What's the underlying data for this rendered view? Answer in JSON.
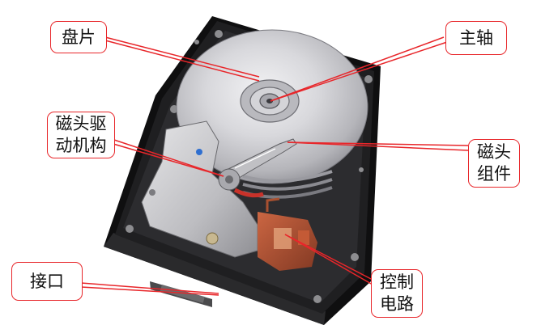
{
  "labels": {
    "platter": "盘片",
    "spindle": "主轴",
    "actuator_line1": "磁头驱",
    "actuator_line2": "动机构",
    "head_line1": "磁头",
    "head_line2": "组件",
    "interface": "接口",
    "control_line1": "控制",
    "control_line2": "电路"
  },
  "colors": {
    "callout": "#e8262a",
    "case": "#1c1c1e",
    "platter": "#c9c9cc"
  }
}
